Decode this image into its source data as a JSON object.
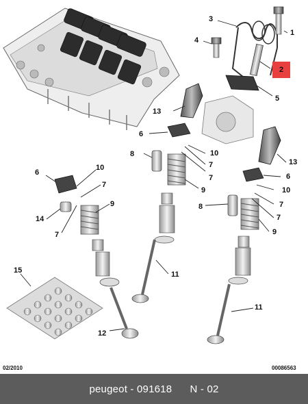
{
  "callouts": {
    "c1": "1",
    "c2": "2",
    "c3": "3",
    "c4": "4",
    "c5": "5",
    "c6a": "6",
    "c6b": "6",
    "c6c": "6",
    "c7a": "7",
    "c7b": "7",
    "c7c": "7",
    "c7d": "7",
    "c7e": "7",
    "c7f": "7",
    "c8a": "8",
    "c8b": "8",
    "c9a": "9",
    "c9b": "9",
    "c9c": "9",
    "c10a": "10",
    "c10b": "10",
    "c10c": "10",
    "c11a": "11",
    "c11b": "11",
    "c12": "12",
    "c13a": "13",
    "c13b": "13",
    "c14": "14",
    "c15": "15"
  },
  "meta": {
    "date": "02/2010",
    "ref": "00086563"
  },
  "footer": {
    "brand": "peugeot",
    "part_number": "091618",
    "code": "N - 02"
  },
  "colors": {
    "highlight": "#e8403f",
    "footer_bg": "#5c5c5c"
  }
}
